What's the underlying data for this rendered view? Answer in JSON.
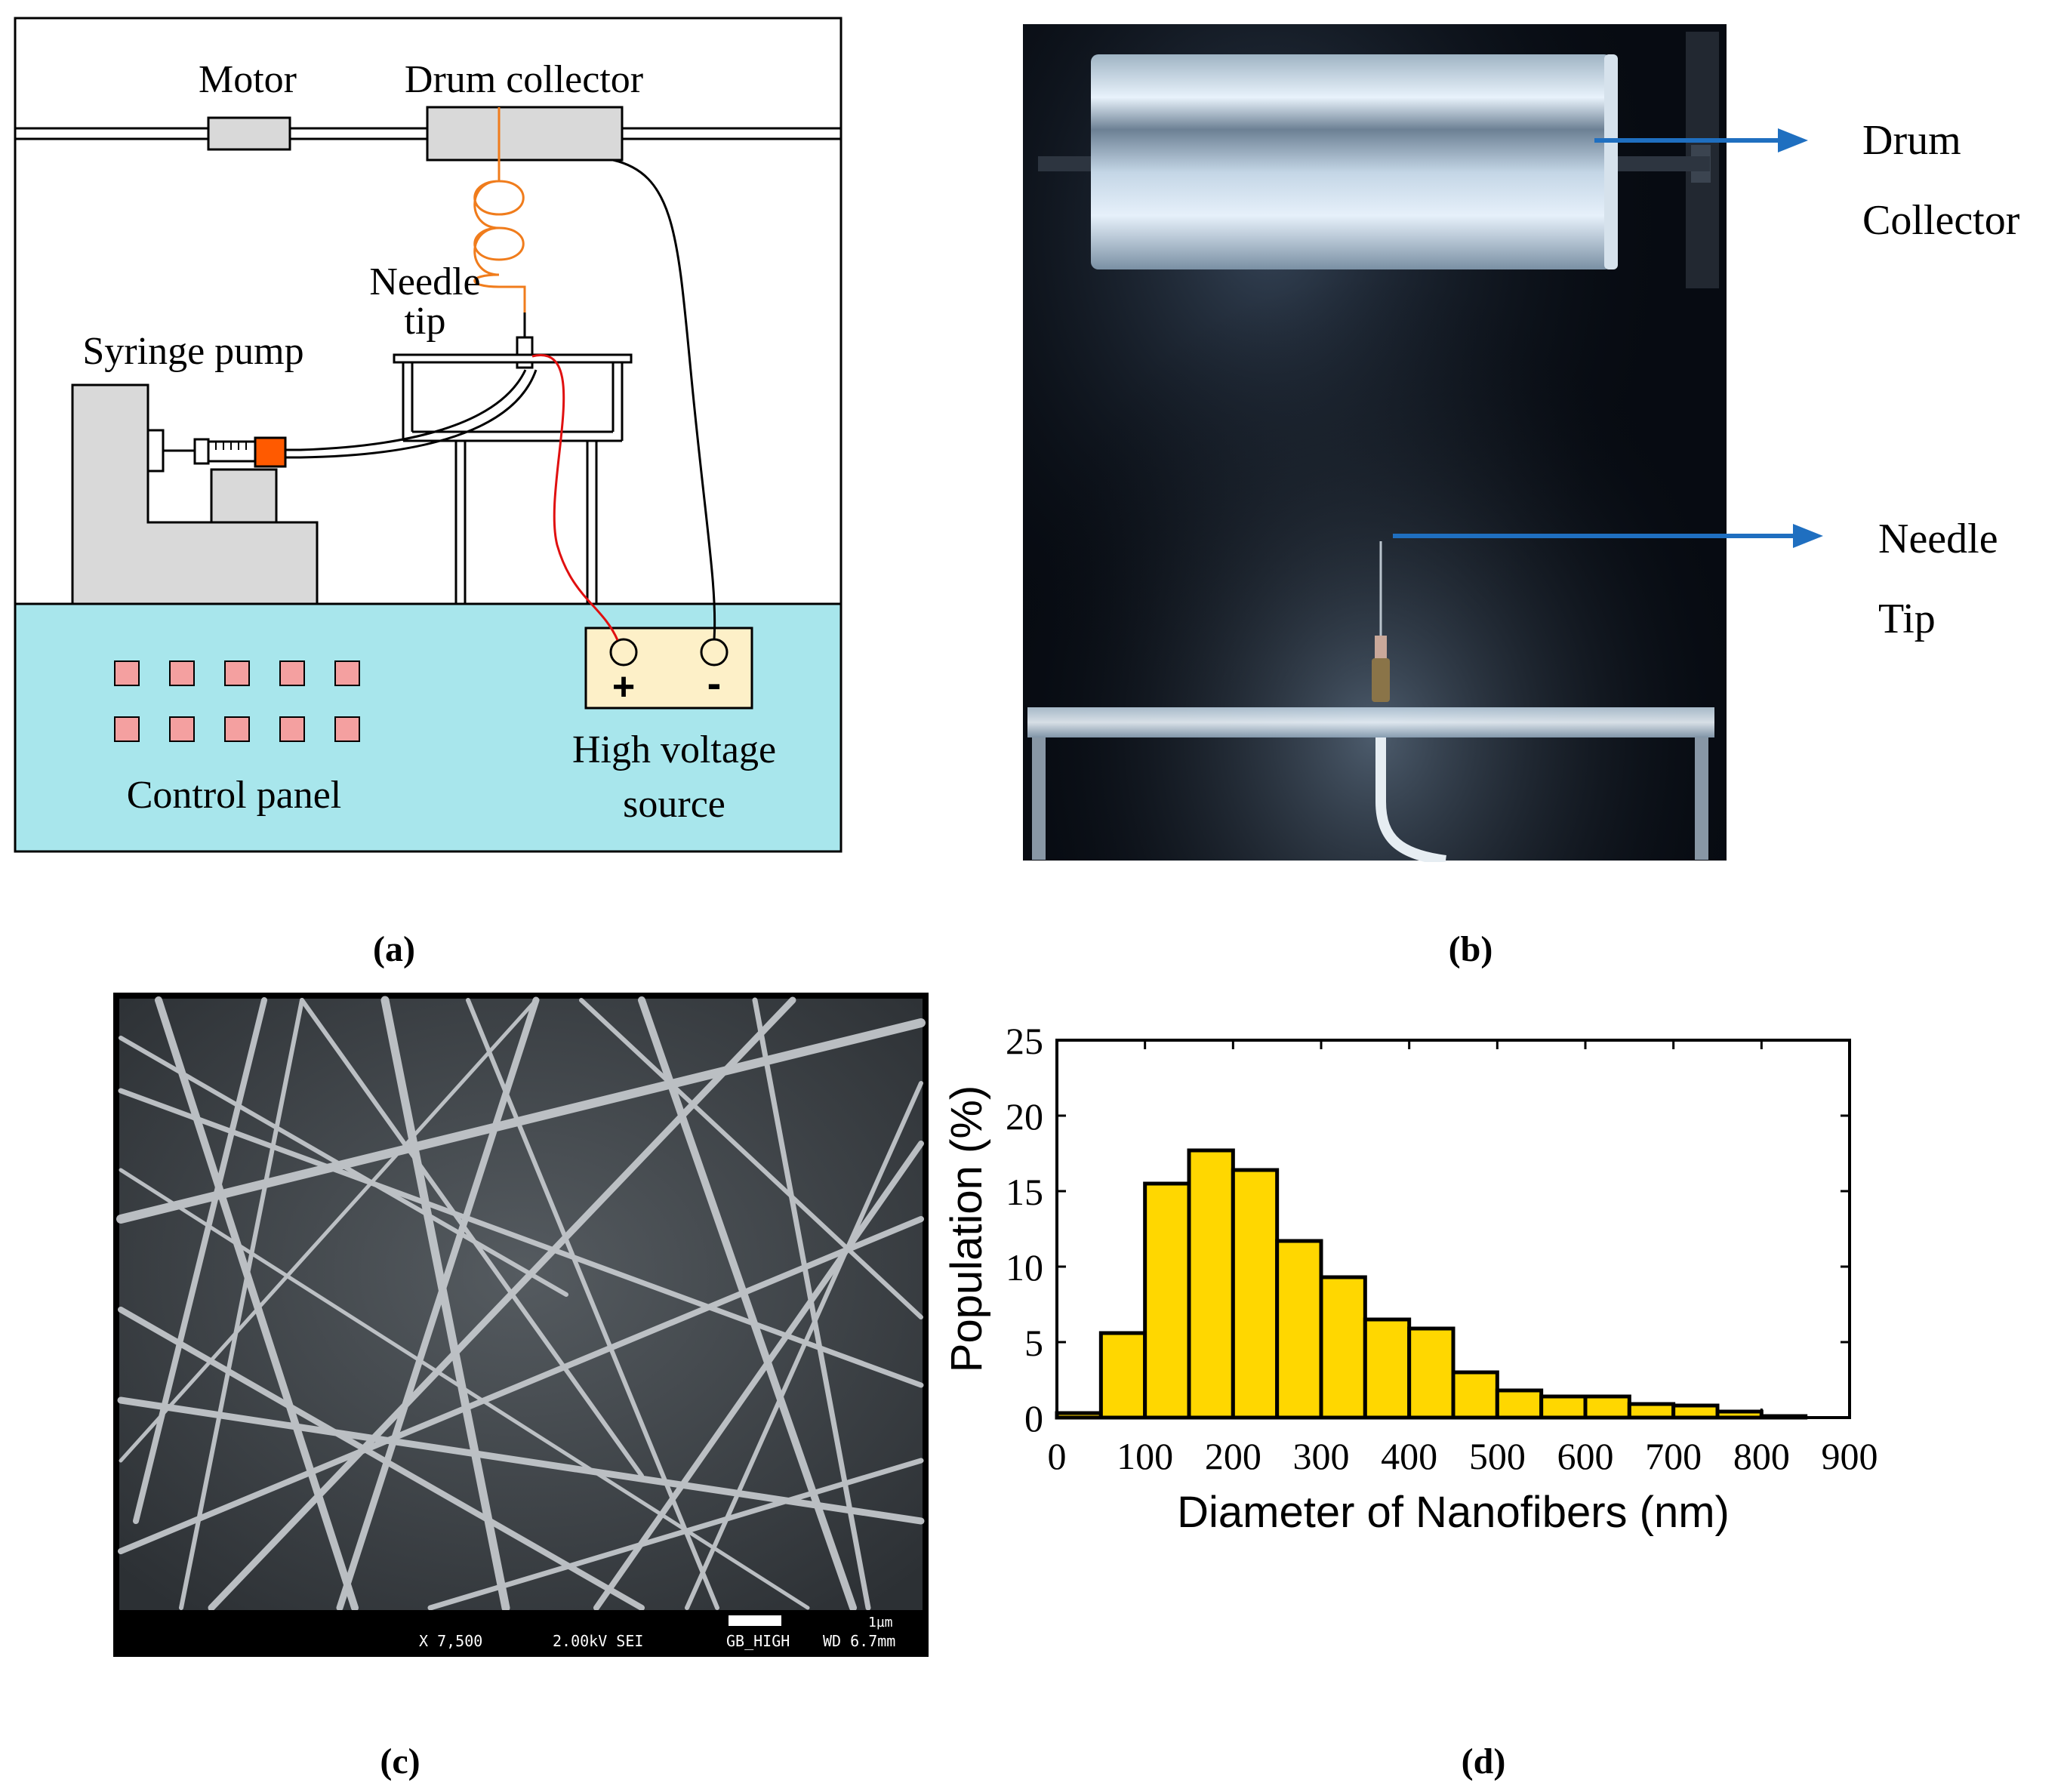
{
  "panel_a": {
    "motor_label": "Motor",
    "drum_label": "Drum collector",
    "needle_label_line1": "Needle",
    "needle_label_line2": "tip",
    "syringe_label": "Syringe pump",
    "control_label": "Control panel",
    "hv_label_line1": "High voltage",
    "hv_label_line2": "source",
    "plus_symbol": "+",
    "minus_symbol": "-",
    "caption": "(a)",
    "colors": {
      "base": "#a8e6ec",
      "machine": "#d9d9d9",
      "button": "#f4a0a0",
      "source": "#fdf0c8",
      "spiral": "#f07c1c",
      "positive_wire": "#e01010",
      "syringe_tip": "#ff5a00"
    }
  },
  "panel_b": {
    "drum_label_line1": "Drum",
    "drum_label_line2": "Collector",
    "needle_label_line1": "Needle",
    "needle_label_line2": "Tip",
    "caption": "(b)",
    "arrow_color": "#1f6fc0"
  },
  "panel_c": {
    "scale_label": "1µm",
    "magnification": "X 7,500",
    "voltage": "2.00kV SEI",
    "sample": "GB_HIGH",
    "working_distance": "WD 6.7mm",
    "caption": "(c)"
  },
  "panel_d": {
    "caption": "(d)"
  },
  "chart_data": {
    "type": "bar",
    "title": "",
    "xlabel": "Diameter of Nanofibers (nm)",
    "ylabel": "Population (%)",
    "xlim": [
      0,
      900
    ],
    "ylim": [
      0,
      25
    ],
    "xticks": [
      0,
      100,
      200,
      300,
      400,
      500,
      600,
      700,
      800,
      900
    ],
    "yticks": [
      0,
      5,
      10,
      15,
      20,
      25
    ],
    "bin_width": 50,
    "bin_starts": [
      0,
      50,
      100,
      150,
      200,
      250,
      300,
      350,
      400,
      450,
      500,
      550,
      600,
      650,
      700,
      750,
      800
    ],
    "values": [
      0.3,
      5.6,
      15.5,
      17.7,
      16.4,
      11.7,
      9.3,
      6.5,
      5.9,
      3.0,
      1.8,
      1.4,
      1.4,
      0.9,
      0.8,
      0.4,
      0.1
    ],
    "bar_color": "#ffd700",
    "grid": false,
    "legend": "none"
  }
}
